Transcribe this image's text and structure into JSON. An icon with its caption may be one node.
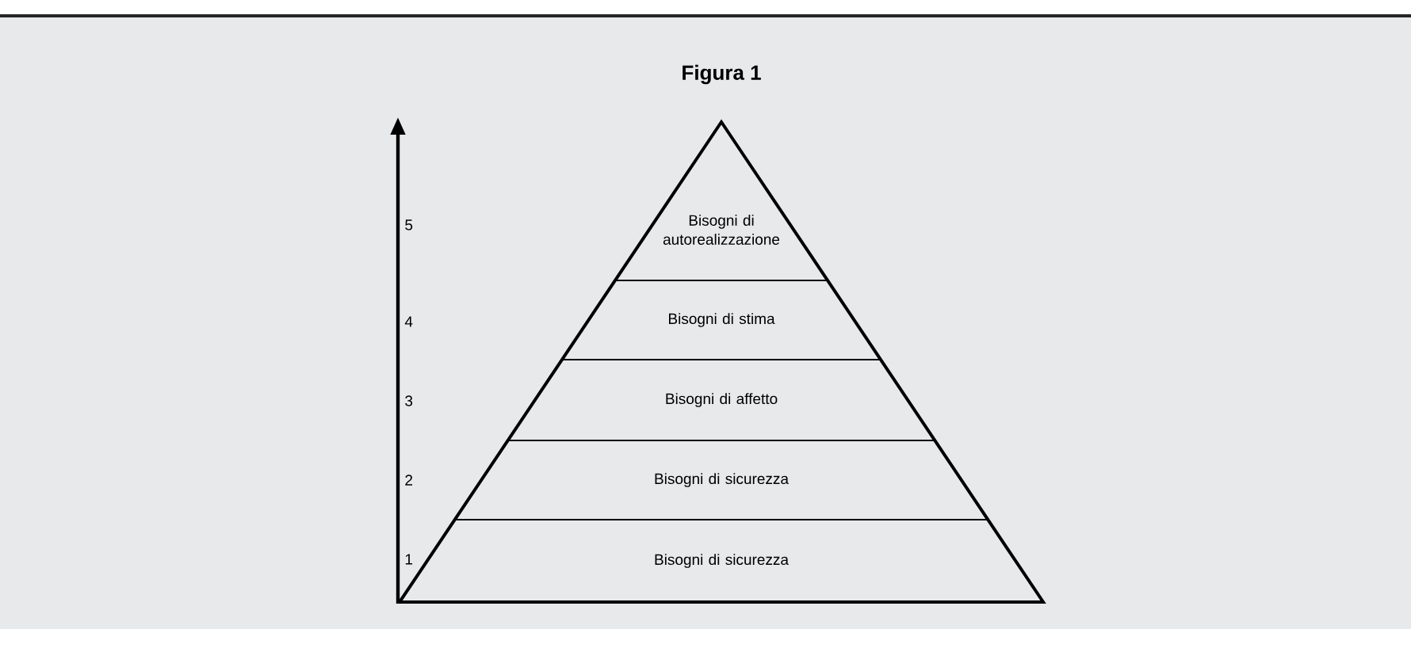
{
  "diagram": {
    "title": "Figura 1",
    "nodes": [
      {
        "text": [
          "Bisogni di autorealizzazione"
        ]
      },
      {
        "text": [
          "Bisogni di stima"
        ]
      },
      {
        "text": [
          "Bisogni di affetto"
        ]
      },
      {
        "text": [
          "Bisogni di sicurezza"
        ]
      },
      {
        "text": [
          "Bisogni di sicurezza"
        ]
      }
    ],
    "edges": [],
    "labels": [
      "5",
      "4",
      "3",
      "2",
      "1"
    ]
  }
}
